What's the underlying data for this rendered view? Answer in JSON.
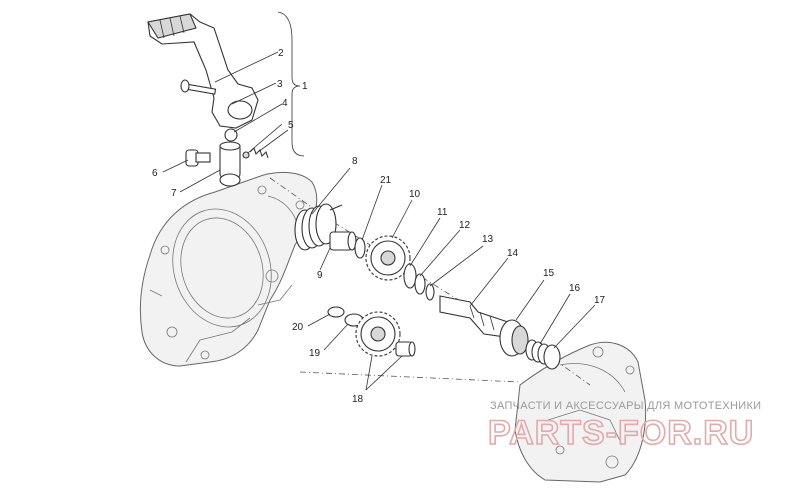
{
  "callouts": [
    {
      "id": "c1",
      "label": "1"
    },
    {
      "id": "c2",
      "label": "2"
    },
    {
      "id": "c3",
      "label": "3"
    },
    {
      "id": "c4",
      "label": "4"
    },
    {
      "id": "c5",
      "label": "5"
    },
    {
      "id": "c6",
      "label": "6"
    },
    {
      "id": "c7",
      "label": "7"
    },
    {
      "id": "c8",
      "label": "8"
    },
    {
      "id": "c9",
      "label": "9"
    },
    {
      "id": "c10",
      "label": "10"
    },
    {
      "id": "c11",
      "label": "11"
    },
    {
      "id": "c12",
      "label": "12"
    },
    {
      "id": "c13",
      "label": "13"
    },
    {
      "id": "c14",
      "label": "14"
    },
    {
      "id": "c15",
      "label": "15"
    },
    {
      "id": "c16",
      "label": "16"
    },
    {
      "id": "c17",
      "label": "17"
    },
    {
      "id": "c18",
      "label": "18"
    },
    {
      "id": "c19",
      "label": "19"
    },
    {
      "id": "c20",
      "label": "20"
    },
    {
      "id": "c21",
      "label": "21"
    }
  ],
  "watermark": {
    "top_text": "ЗАПЧАСТИ И АКСЕССУАРЫ ДЛЯ МОТОТЕХНИКИ",
    "main_text": "PARTS-FOR.RU"
  }
}
